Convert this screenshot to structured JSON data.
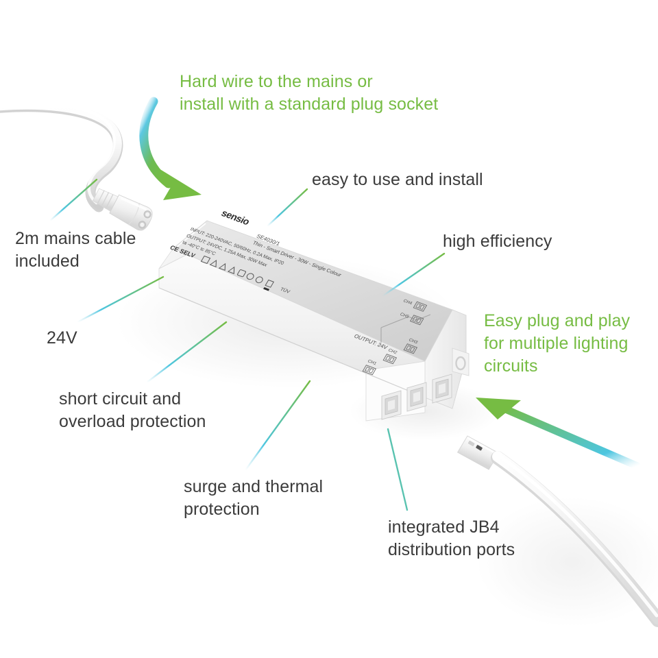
{
  "page": {
    "background": "#ffffff",
    "text_color": "#3b3b3b",
    "accent_green": "#76bc43",
    "accent_cyan": "#4dc6e0"
  },
  "callouts": [
    {
      "id": "hardwire",
      "text": "Hard wire to the mains or\ninstall with a standard plug socket",
      "style": "green"
    },
    {
      "id": "easy_use",
      "text": "easy to use and install",
      "style": "dark"
    },
    {
      "id": "high_eff",
      "text": "high efficiency",
      "style": "dark"
    },
    {
      "id": "mains_cable",
      "text": "2m mains cable\nincluded",
      "style": "dark"
    },
    {
      "id": "voltage",
      "text": "24V",
      "style": "dark"
    },
    {
      "id": "short_circuit",
      "text": "short circuit and\noverload protection",
      "style": "dark"
    },
    {
      "id": "surge",
      "text": "surge and thermal\nprotection",
      "style": "dark"
    },
    {
      "id": "jb4_ports",
      "text": "integrated JB4\ndistribution ports",
      "style": "dark"
    },
    {
      "id": "plug_play",
      "text": "Easy plug and play\nfor multiple lighting\ncircuits",
      "style": "green"
    }
  ],
  "product": {
    "brand": "sensio",
    "model_code": "SE4030/1",
    "description": "Thin - Smart Driver - 30W - Single Colour",
    "input_spec": "INPUT: 220-240VAC, 50/60Hz, 0.2A Max, IP20",
    "output_spec": "OUTPUT: 24VDC, 1.25A Max, 30W Max",
    "temp_spec": "ta -40°C   tc 85°C",
    "safety_mark": "SELV",
    "ce_mark": "CE",
    "output_label": "OUTPUT: 24V",
    "channels": [
      "CH1",
      "CH2",
      "CH3"
    ],
    "top_channels": [
      "CH4",
      "CH5"
    ]
  }
}
